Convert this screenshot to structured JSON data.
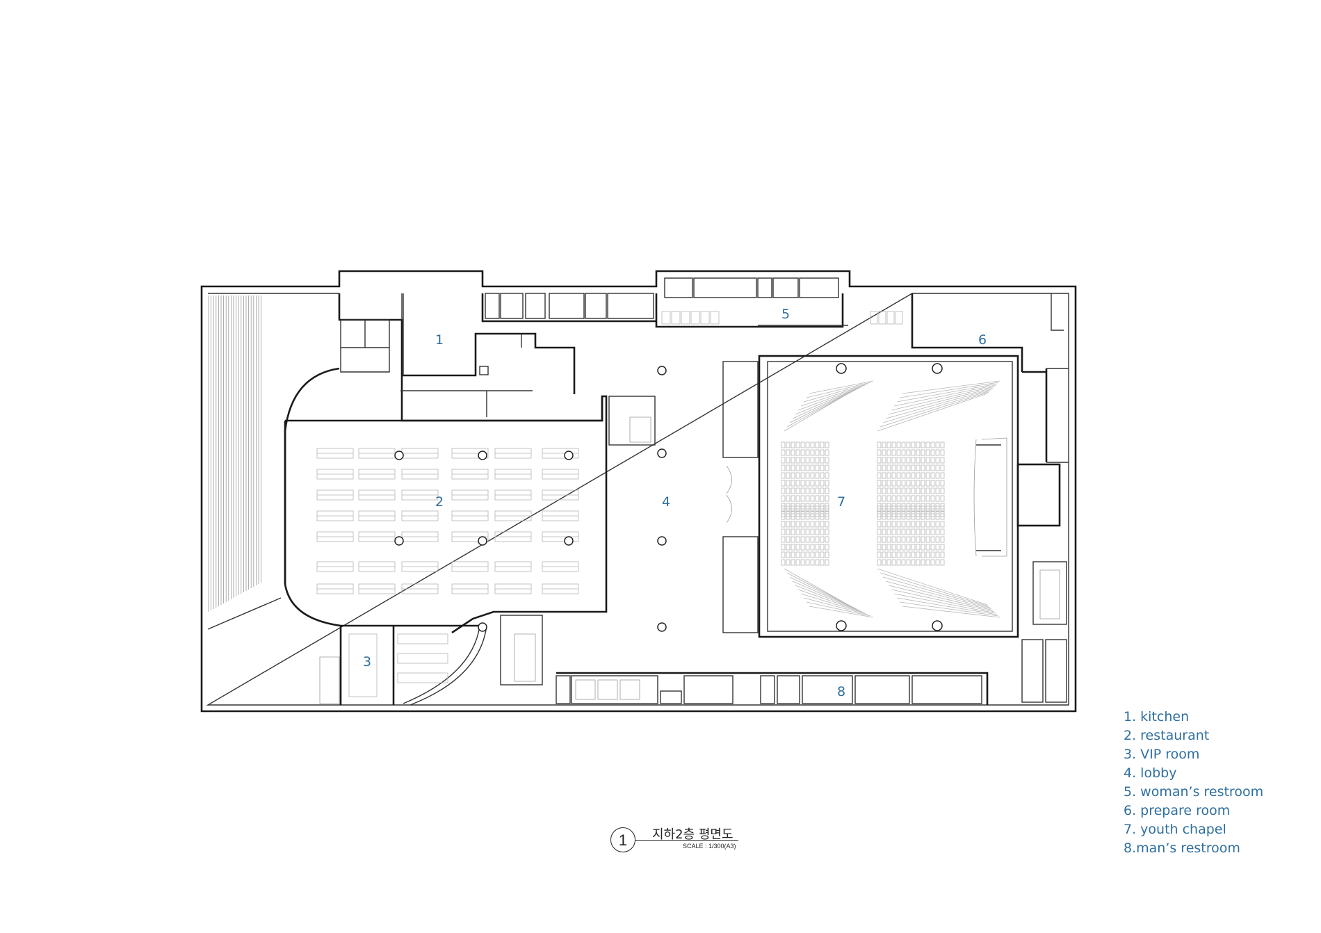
{
  "room_numbers": {
    "kitchen": "1",
    "restaurant": "2",
    "vip_room": "3",
    "lobby": "4",
    "womans_restroom": "5",
    "prepare_room": "6",
    "youth_chapel": "7",
    "mans_restroom": "8"
  },
  "legend": [
    "1. kitchen",
    "2. restaurant",
    "3. VIP room",
    "4. lobby",
    "5. woman’s restroom",
    "6. prepare room",
    "7. youth chapel",
    "8.man’s restroom"
  ],
  "title_block": {
    "drawing_number": "1",
    "title": "지하2층 평면도",
    "scale": "SCALE : 1/300(A3)"
  },
  "colors": {
    "label": "#2f6f9f",
    "wall": "#1a1a1a",
    "furniture": "#b5b5b5"
  }
}
